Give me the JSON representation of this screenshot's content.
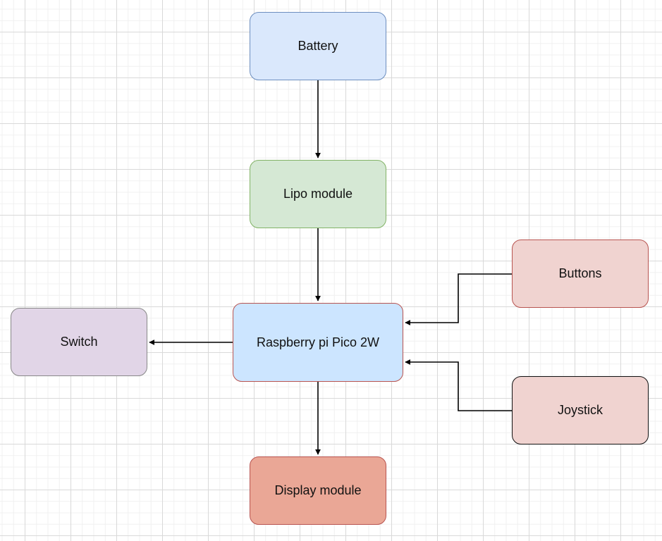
{
  "nodes": {
    "battery": {
      "label": "Battery",
      "fill": "#dae8fc",
      "stroke": "#6c8ebf"
    },
    "lipo": {
      "label": "Lipo module",
      "fill": "#d5e8d4",
      "stroke": "#82b366"
    },
    "pico": {
      "label": "Raspberry pi Pico 2W",
      "fill": "#cce5ff",
      "stroke": "#b85450"
    },
    "switch": {
      "label": "Switch",
      "fill": "#e1d5e7",
      "stroke": "#888888"
    },
    "buttons": {
      "label": "Buttons",
      "fill": "#f0d3d0",
      "stroke": "#b85450"
    },
    "joystick": {
      "label": "Joystick",
      "fill": "#f0d3d0",
      "stroke": "#111111"
    },
    "display": {
      "label": "Display module",
      "fill": "#eaa796",
      "stroke": "#b85450"
    }
  },
  "edges": [
    {
      "from": "battery",
      "to": "lipo"
    },
    {
      "from": "lipo",
      "to": "pico"
    },
    {
      "from": "pico",
      "to": "switch"
    },
    {
      "from": "pico",
      "to": "display"
    },
    {
      "from": "buttons",
      "to": "pico"
    },
    {
      "from": "joystick",
      "to": "pico"
    }
  ],
  "colors": {
    "edge": "#000000",
    "grid_major": "#d9d9d9",
    "grid_minor": "#f0f0f0"
  }
}
